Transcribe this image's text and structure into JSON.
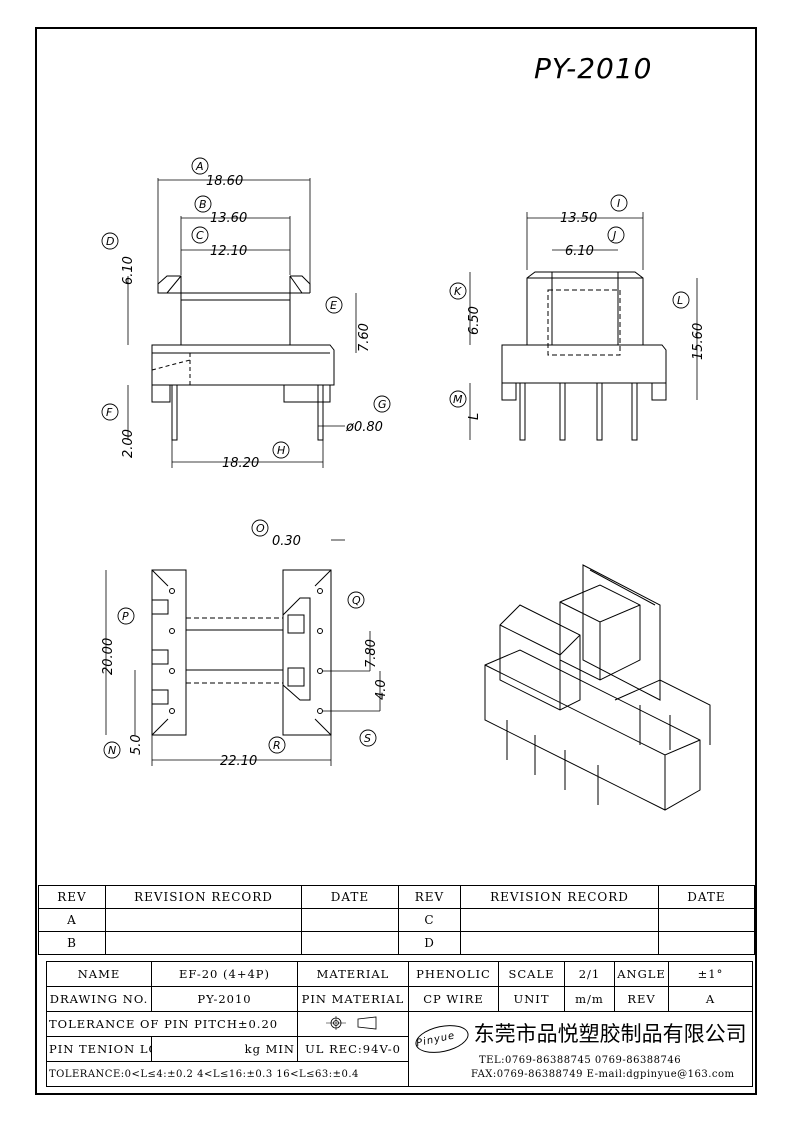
{
  "title": "PY-2010",
  "dims": {
    "A": "18.60",
    "B": "13.60",
    "C": "12.10",
    "D": "6.10",
    "E": "7.60",
    "F": "2.00",
    "G": "ø0.80",
    "H": "18.20",
    "I": "13.50",
    "J": "6.10",
    "K": "6.50",
    "L": "15.60",
    "M": "L",
    "O": "0.30",
    "P": "20.00",
    "N": "5.0",
    "R": "22.10",
    "Q": "7.80",
    "S": "4.0"
  },
  "callouts": [
    "A",
    "B",
    "C",
    "D",
    "E",
    "F",
    "G",
    "H",
    "I",
    "J",
    "K",
    "L",
    "M",
    "O",
    "P",
    "N",
    "R",
    "Q",
    "S"
  ],
  "revision_table": {
    "headers": [
      "REV",
      "REVISION RECORD",
      "DATE",
      "REV",
      "REVISION RECORD",
      "DATE"
    ],
    "rows": [
      [
        "A",
        "",
        "",
        "C",
        "",
        ""
      ],
      [
        "B",
        "",
        "",
        "D",
        "",
        ""
      ]
    ]
  },
  "info": {
    "name_label": "NAME",
    "name_value": "EF-20 (4+4P)",
    "material_label": "MATERIAL",
    "material_value": "PHENOLIC",
    "scale_label": "SCALE",
    "scale_value": "2/1",
    "angle_label": "ANGLE",
    "angle_value": "±1°",
    "drawing_no_label": "DRAWING NO.",
    "drawing_no_value": "PY-2010",
    "pin_material_label": "PIN MATERIAL",
    "pin_material_value": "CP WIRE",
    "unit_label": "UNIT",
    "unit_value": "m/m",
    "rev_label": "REV",
    "rev_value": "A",
    "tolerance_pitch": "TOLERANCE OF PIN PITCH±0.20",
    "pin_tension_label": "PIN TENION LOAD",
    "pin_tension_value": "kg MIN",
    "ul_rec": "UL REC:94V-0",
    "tolerance_line": "TOLERANCE:0<L≤4:±0.2  4<L≤16:±0.3  16<L≤63:±0.4",
    "logo": "Pinyue",
    "company": "东莞市品悦塑胶制品有限公司",
    "tel": "TEL:0769-86388745   0769-86388746",
    "fax": "FAX:0769-86388749  E-mail:dgpinyue@163.com"
  }
}
